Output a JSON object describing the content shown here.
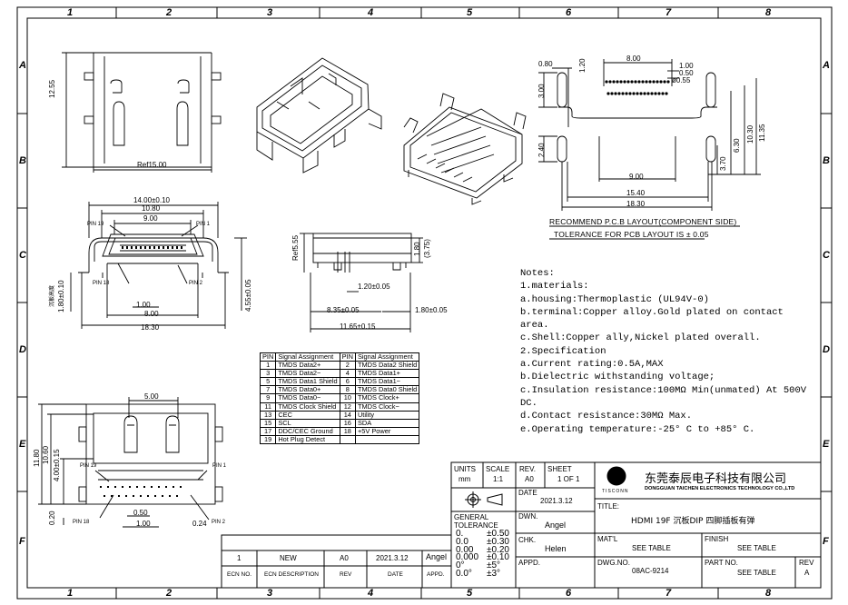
{
  "zones": {
    "cols": [
      "1",
      "2",
      "3",
      "4",
      "5",
      "6",
      "7",
      "8"
    ],
    "rows": [
      "A",
      "B",
      "C",
      "D",
      "E",
      "F"
    ]
  },
  "views": {
    "top": {
      "height": "12.55",
      "ref_width": "Ref15.00"
    },
    "front": {
      "w1": "14.00±0.10",
      "w2": "10.80",
      "w3": "9.00",
      "pin19": "PIN 19",
      "pin1": "PIN 1",
      "pin18": "PIN 18",
      "pin2": "PIN 2",
      "cn_note": "沉板高度",
      "h_note": "1.80±0.10",
      "d1": "1.00",
      "d2": "8.00",
      "d3": "18.30",
      "h_total": "4.55±0.05"
    },
    "side": {
      "ref_h": "Ref5.55",
      "h1": "1.80",
      "h2": "(3.75)",
      "d1": "1.20±0.05",
      "d2": "8.35±0.05",
      "d3": "1.80±0.05",
      "d4": "11.65±0.15"
    },
    "bottom": {
      "w": "5.00",
      "h1": "11.80",
      "h2": "10.60",
      "h3": "4.00±0.15",
      "pin19": "PIN 19",
      "pin1": "PIN 1",
      "pin18": "PIN 18",
      "pin2": "PIN 2",
      "d1": "0.50",
      "d2": "1.00",
      "d3": "0.20",
      "d4": "0.24"
    }
  },
  "pcb": {
    "d_080": "0.80",
    "d_120": "1.20",
    "d_800": "8.00",
    "d_100": "1.00",
    "d_050": "0.50",
    "d_055": "ø0.55",
    "d_300": "3.00",
    "d_240": "2.40",
    "d_370": "3.70",
    "d_630": "6.30",
    "d_1030": "10.30",
    "d_1135": "11.35",
    "d_900": "9.00",
    "d_1540": "15.40",
    "d_1830": "18.30",
    "title": "RECOMMEND P.C.B LAYOUT(COMPONENT SIDE)",
    "tolerance": "TOLERANCE FOR PCB LAYOUT IS ± 0.05"
  },
  "notes": [
    "Notes:",
    "1.materials:",
    "  a.housing:Thermoplastic (UL94V-0)",
    "  b.terminal:Copper alloy.Gold plated on contact",
    "                               area.",
    "  c.Shell:Copper ally,Nickel plated overall.",
    "2.Specification",
    "  a.Current rating:0.5A,MAX",
    "  b.Dielectric withstanding voltage;",
    "  c.Insulation resistance:100MΩ Min(unmated) At 500V",
    "                                               DC.",
    "  d.Contact resistance:30MΩ Max.",
    "  e.Operating temperature:-25° C to +85° C."
  ],
  "pin_table": {
    "header": [
      "PIN",
      "Signal Assignment",
      "PIN",
      "Signal Assignment"
    ],
    "rows": [
      [
        "1",
        "TMDS Data2+",
        "2",
        "TMDS Data2 Shield"
      ],
      [
        "3",
        "TMDS Data2−",
        "4",
        "TMDS Data1+"
      ],
      [
        "5",
        "TMDS Data1 Shield",
        "6",
        "TMDS Data1−"
      ],
      [
        "7",
        "TMDS Data0+",
        "8",
        "TMDS Data0 Shield"
      ],
      [
        "9",
        "TMDS Data0−",
        "10",
        "TMDS Clock+"
      ],
      [
        "11",
        "TMDS Clock Shield",
        "12",
        "TMDS Clock−"
      ],
      [
        "13",
        "CEC",
        "14",
        "Utility"
      ],
      [
        "15",
        "SCL",
        "16",
        "SDA"
      ],
      [
        "17",
        "DDC/CEC Ground",
        "18",
        "+5V Power"
      ],
      [
        "19",
        "Hot Plug Detect",
        "",
        ""
      ]
    ]
  },
  "title_block": {
    "units_label": "UNITS",
    "units": "mm",
    "scale_label": "SCALE",
    "scale": "1:1",
    "rev_label": "REV.",
    "rev": "A0",
    "sheet_label": "SHEET",
    "sheet": "1 OF 1",
    "company_cn": "东莞泰辰电子科技有限公司",
    "company_en": "DONGGUAN TAICHEN ELECTRONICS TECHNOLOGY CO.,LTD",
    "logo_text": "TISCONN",
    "date_label": "DATE",
    "date": "2021.3.12",
    "title_label": "TITLE:",
    "title": "HDMI 19F 沉板DIP 四脚插板有弹",
    "dwn_label": "DWN.",
    "dwn": "Angel",
    "chk_label": "CHK.",
    "chk": "Helen",
    "appd_label": "APPD.",
    "gen_tol_label": "GENERAL\nTOLERANCE",
    "tol_rows": [
      [
        "0.",
        "±0.50"
      ],
      [
        "0.0",
        "±0.30"
      ],
      [
        "0.00",
        "±0.20"
      ],
      [
        "0.000",
        "±0.10"
      ],
      [
        "0°",
        "±5°"
      ],
      [
        "0.0°",
        "±3°"
      ]
    ],
    "matl_label": "MAT'L",
    "matl": "SEE TABLE",
    "finish_label": "FINISH",
    "finish": "SEE TABLE",
    "dwg_label": "DWG.NO.",
    "dwg": "08AC-9214",
    "part_label": "PART NO.",
    "part": "SEE TABLE",
    "rev2_label": "REV",
    "rev2": "A"
  },
  "revision": {
    "row": [
      "1",
      "NEW",
      "A0",
      "2021.3.12",
      "Angel"
    ],
    "header": [
      "ECN NO.",
      "ECN DESCRIPTION",
      "REV",
      "DATE",
      "APPD."
    ]
  }
}
